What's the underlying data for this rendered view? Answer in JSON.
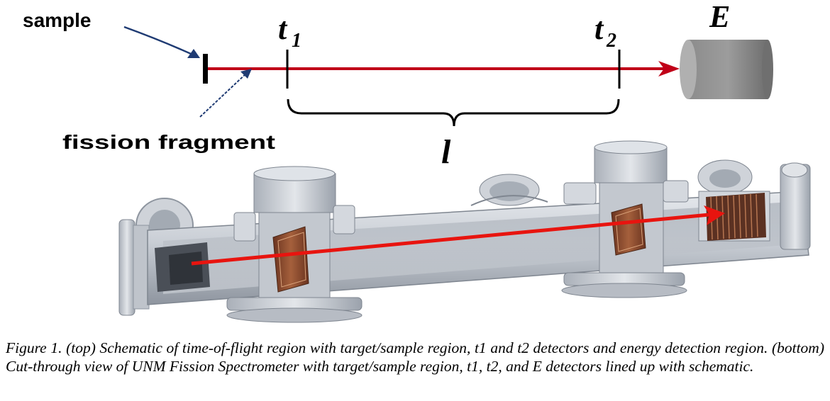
{
  "schematic": {
    "sample_label": "sample",
    "fragment_label": "fission fragment",
    "t1_base": "t",
    "t1_sub": "1",
    "t2_base": "t",
    "t2_sub": "2",
    "energy_label": "E",
    "length_label": "l",
    "colors": {
      "beam": "#c00018",
      "pointer": "#1f3b73",
      "detector": "#8a8a8a"
    }
  },
  "rendering": {
    "colors": {
      "beam_arrow": "#e8140f",
      "metal": "#c7ccd3",
      "metal_dark": "#9aa1ab",
      "copper": "#8a4a2e"
    }
  },
  "caption": "Figure 1. (top) Schematic of time-of-flight region with target/sample region, t1 and t2 detectors and energy detection region.  (bottom) Cut-through view of UNM Fission Spectrometer with target/sample region, t1, t2, and E detectors lined up with schematic."
}
